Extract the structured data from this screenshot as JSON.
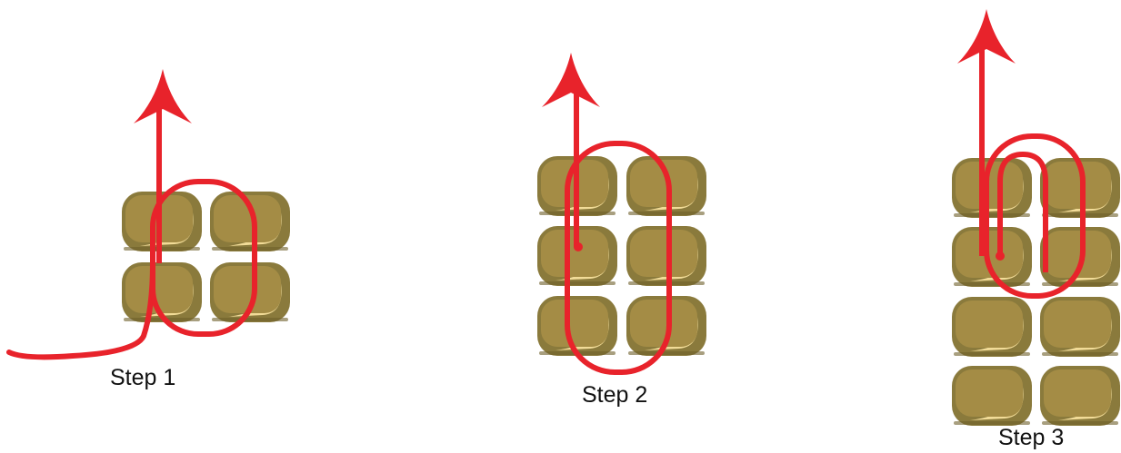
{
  "steps": [
    {
      "label": "Step 1",
      "bead_rows": 2
    },
    {
      "label": "Step 2",
      "bead_rows": 3
    },
    {
      "label": "Step 3",
      "bead_rows": 4
    }
  ],
  "colors": {
    "bead_outer": "#8a7a3c",
    "bead_inner": "#a48c45",
    "bead_shadow": "#6e5f2a",
    "bead_highlight": "#f2dc98",
    "thread": "#e8232b"
  }
}
